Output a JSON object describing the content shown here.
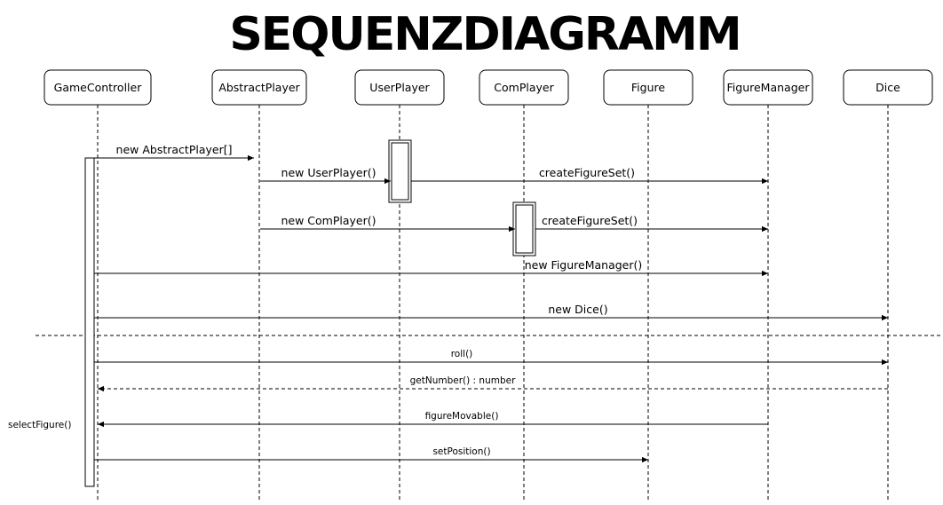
{
  "title": "SEQUENZDIAGRAMM",
  "colors": {
    "line": "#000000",
    "background": "#ffffff",
    "box_fill": "#ffffff"
  },
  "participants": [
    {
      "id": "gc",
      "label": "GameController"
    },
    {
      "id": "ap",
      "label": "AbstractPlayer"
    },
    {
      "id": "up",
      "label": "UserPlayer"
    },
    {
      "id": "cp",
      "label": "ComPlayer"
    },
    {
      "id": "fi",
      "label": "Figure"
    },
    {
      "id": "fm",
      "label": "FigureManager"
    },
    {
      "id": "di",
      "label": "Dice"
    }
  ],
  "activations": [
    {
      "participant": "gc",
      "style": "single"
    },
    {
      "participant": "up",
      "style": "double"
    },
    {
      "participant": "cp",
      "style": "double"
    }
  ],
  "messages": [
    {
      "from": "gc",
      "to": "ap",
      "label": "new AbstractPlayer[]",
      "type": "sync"
    },
    {
      "from": "ap",
      "to": "up",
      "label": "new UserPlayer()",
      "type": "sync"
    },
    {
      "from": "up",
      "to": "fm",
      "label": "createFigureSet()",
      "type": "sync"
    },
    {
      "from": "ap",
      "to": "cp",
      "label": "new ComPlayer()",
      "type": "sync"
    },
    {
      "from": "cp",
      "to": "fm",
      "label": "createFigureSet()",
      "type": "sync"
    },
    {
      "from": "gc",
      "to": "fm",
      "label": "new FigureManager()",
      "type": "sync"
    },
    {
      "from": "gc",
      "to": "di",
      "label": "new Dice()",
      "type": "sync"
    },
    {
      "from": "gc",
      "to": "di",
      "label": "roll()",
      "type": "sync"
    },
    {
      "from": "di",
      "to": "gc",
      "label": "getNumber() : number",
      "type": "return"
    },
    {
      "from": "fm",
      "to": "gc",
      "label": "figureMovable()",
      "type": "sync"
    },
    {
      "from": "gc",
      "to": "fi",
      "label": "setPosition()",
      "type": "sync"
    }
  ],
  "side_note": "selectFigure()"
}
